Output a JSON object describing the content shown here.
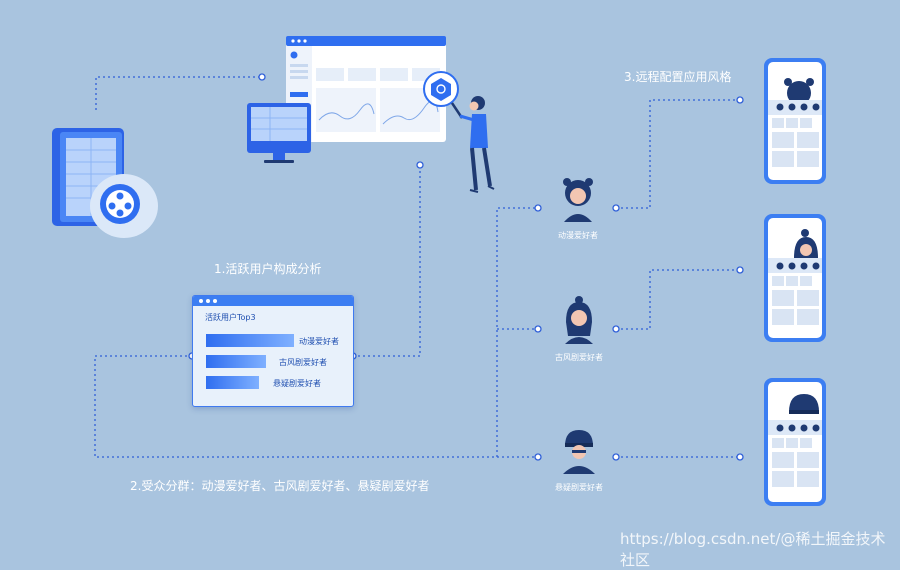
{
  "steps": {
    "step1": "1.活跃用户构成分析",
    "step2": "2.受众分群：动漫爱好者、古风剧爱好者、悬疑剧爱好者",
    "step3": "3.远程配置应用风格"
  },
  "panel": {
    "title": "活跃用户Top3",
    "bars": [
      {
        "label": "动漫爱好者",
        "share": 0.84
      },
      {
        "label": "古风剧爱好者",
        "share": 0.57
      },
      {
        "label": "悬疑剧爱好者",
        "share": 0.5
      }
    ]
  },
  "personas": [
    {
      "label": "动漫爱好者"
    },
    {
      "label": "古风剧爱好者"
    },
    {
      "label": "悬疑剧爱好者"
    }
  ],
  "watermark": "https://blog.csdn.net/@稀土掘金技术社区",
  "colors": {
    "background": "#a9c4df",
    "accent": "#3c7ef2",
    "navy": "#1f3a72",
    "connector": "#2f5fd8"
  }
}
